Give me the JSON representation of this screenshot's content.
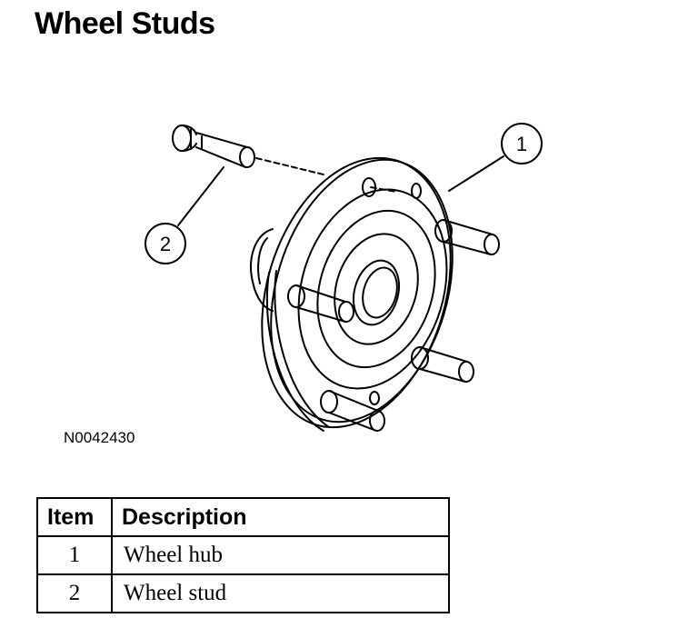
{
  "title": "Wheel Studs",
  "figure_id": "N0042430",
  "callouts": [
    {
      "number": "1"
    },
    {
      "number": "2"
    }
  ],
  "legend_table": {
    "headers": {
      "item": "Item",
      "description": "Description"
    },
    "rows": [
      {
        "item": "1",
        "description": "Wheel hub"
      },
      {
        "item": "2",
        "description": "Wheel stud"
      }
    ]
  }
}
